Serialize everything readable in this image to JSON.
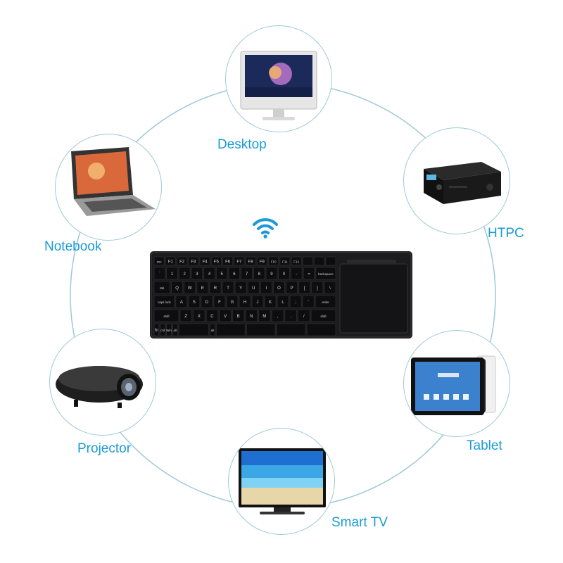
{
  "devices": {
    "desktop": {
      "label": "Desktop",
      "icon": "desktop-computer-icon"
    },
    "htpc": {
      "label": "HTPC",
      "icon": "htpc-box-icon"
    },
    "tablet": {
      "label": "Tablet",
      "icon": "tablet-icon"
    },
    "smart_tv": {
      "label": "Smart TV",
      "icon": "tv-icon"
    },
    "projector": {
      "label": "Projector",
      "icon": "projector-icon"
    },
    "notebook": {
      "label": "Notebook",
      "icon": "laptop-icon"
    }
  },
  "keyboard": {
    "icon": "wireless-keyboard-icon",
    "rows": [
      [
        "esc",
        "F1",
        "F2",
        "F3",
        "F4",
        "F5",
        "F6",
        "F7",
        "F8",
        "F9",
        "F10",
        "F11",
        "F12",
        "",
        "",
        ""
      ],
      [
        "`",
        "1",
        "2",
        "3",
        "4",
        "5",
        "6",
        "7",
        "8",
        "9",
        "0",
        "-",
        "=",
        "backspace"
      ],
      [
        "tab",
        "Q",
        "W",
        "E",
        "R",
        "T",
        "Y",
        "U",
        "I",
        "O",
        "P",
        "[",
        "]",
        "\\"
      ],
      [
        "caps lock",
        "A",
        "S",
        "D",
        "F",
        "G",
        "H",
        "J",
        "K",
        "L",
        ";",
        "'",
        "enter"
      ],
      [
        "shift",
        "Z",
        "X",
        "C",
        "V",
        "B",
        "N",
        "M",
        ",",
        ".",
        "/",
        "shift"
      ],
      [
        "fn",
        "ctrl",
        "Win",
        "alt",
        "",
        "alt",
        "",
        "",
        "",
        ""
      ]
    ]
  },
  "wifi_icon": "wifi-icon",
  "colors": {
    "accent": "#1a9bd7",
    "ring": "#9ec9d6",
    "keyboard_body": "#1c1c1e"
  }
}
